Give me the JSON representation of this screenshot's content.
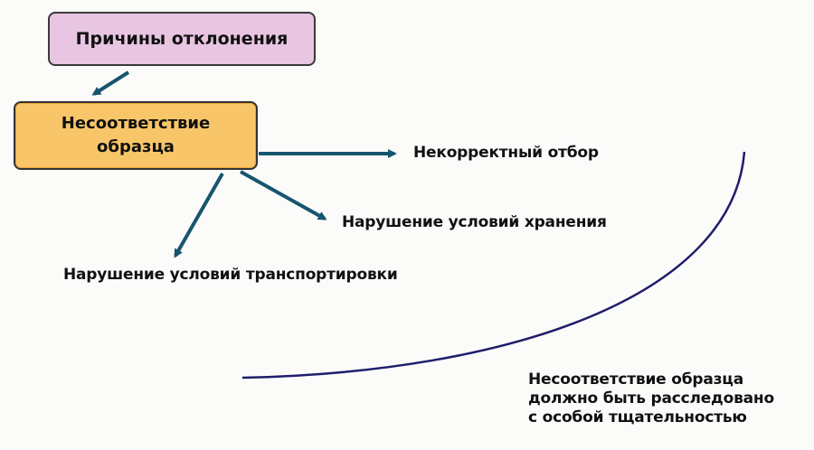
{
  "diagram": {
    "causes_box": "Причины отклонения",
    "mismatch_box": "Несоответствие\nобразца",
    "outcomes": {
      "incorrect_sampling": "Некорректный отбор",
      "storage_violation": "Нарушение условий хранения",
      "transport_violation": "Нарушение условий транспортировки"
    },
    "note": "Несоответствие образца\nдолжно быть расследовано\nс особой тщательностью"
  },
  "colors": {
    "causes_fill": "#e8c5e1",
    "mismatch_fill": "#f8c668",
    "arrow": "#17556e",
    "curve": "#1f1d6b"
  }
}
